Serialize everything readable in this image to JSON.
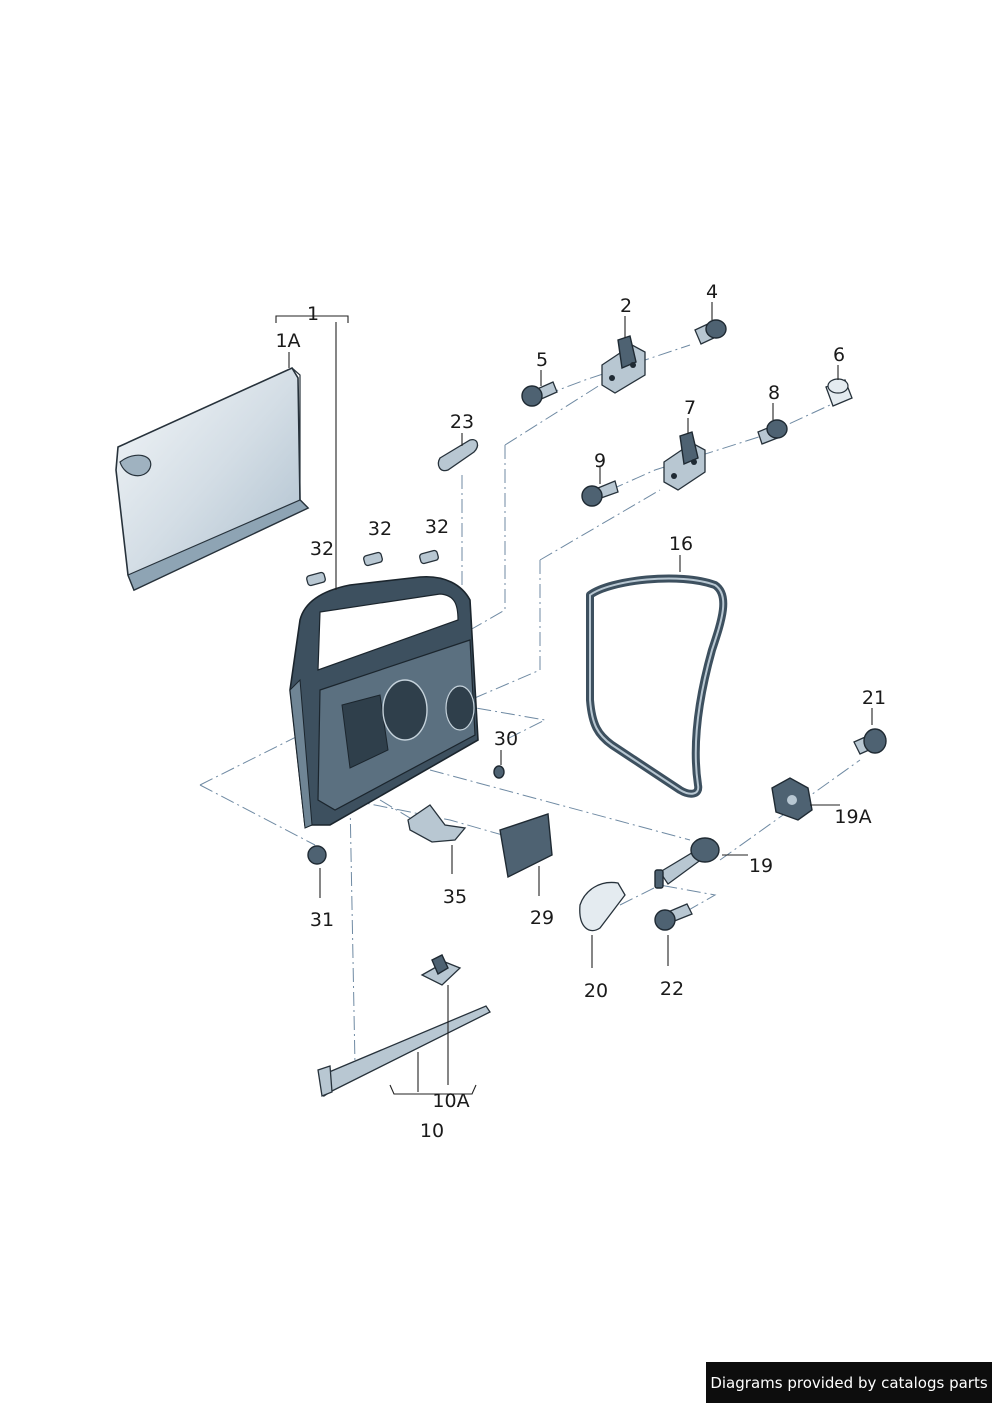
{
  "callouts": {
    "p1": "1",
    "p1A": "1A",
    "p2": "2",
    "p4": "4",
    "p5": "5",
    "p6": "6",
    "p7": "7",
    "p8": "8",
    "p9": "9",
    "p10": "10",
    "p10A": "10A",
    "p16": "16",
    "p19": "19",
    "p19A": "19A",
    "p20": "20",
    "p21": "21",
    "p22": "22",
    "p23": "23",
    "p29": "29",
    "p30": "30",
    "p31": "31",
    "p32": "32",
    "p35": "35"
  },
  "credit": "Diagrams provided by catalogs parts",
  "colors": {
    "part_dark": "#4e6272",
    "part_light": "#b8c7d2",
    "leader": "#222222",
    "dash": "#6f8aa3",
    "credit_bg": "#0d0d0d"
  }
}
